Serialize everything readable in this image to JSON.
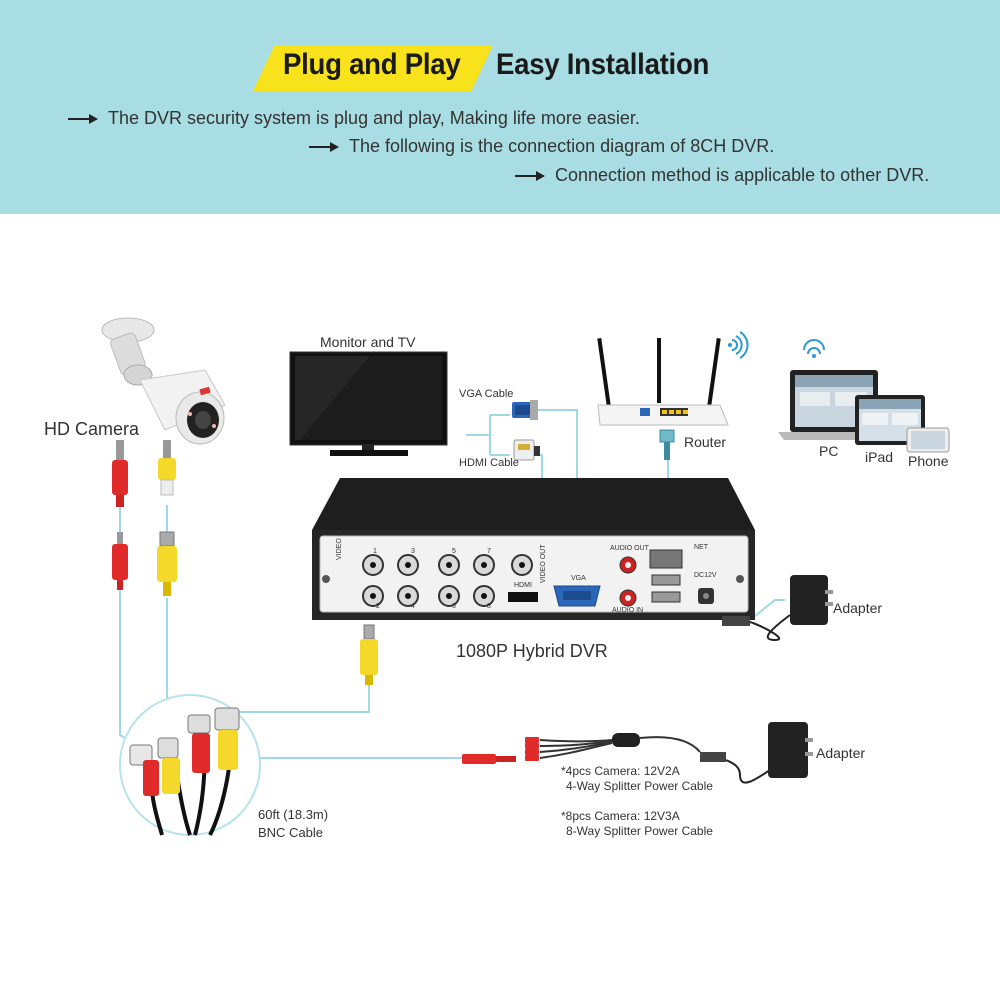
{
  "banner": {
    "title_left": "Plug and Play",
    "title_right": "Easy Installation",
    "bullets": [
      "The DVR security system is plug and play, Making life more easier.",
      "The following is the connection diagram of 8CH DVR.",
      "Connection method is applicable to other DVR."
    ],
    "background_color": "#a8dde3",
    "accent_color": "#f7e21b"
  },
  "labels": {
    "hd_camera": "HD Camera",
    "monitor": "Monitor and TV",
    "vga_cable": "VGA Cable",
    "hdmi_cable": "HDMI Cable",
    "router": "Router",
    "pc": "PC",
    "ipad": "iPad",
    "phone": "Phone",
    "adapter_top": "Adapter",
    "dvr": "1080P Hybrid DVR",
    "bnc_cable_1": "60ft (18.3m)",
    "bnc_cable_2": "BNC Cable",
    "splitter_4_1": "*4pcs Camera: 12V2A",
    "splitter_4_2": "4-Way Splitter Power Cable",
    "splitter_8_1": "*8pcs Camera:  12V3A",
    "splitter_8_2": "8-Way Splitter Power Cable",
    "adapter_bottom": "Adapter"
  },
  "dvr_panel": {
    "video_in": "VIDEO IN",
    "video_out": "VIDEO OUT",
    "hdmi": "HDMI",
    "vga": "VGA",
    "audio_out": "AUDIO OUT",
    "audio_in": "AUDIO IN",
    "net": "NET",
    "dc": "DC12V",
    "channels_top": [
      "1",
      "3",
      "5",
      "7"
    ],
    "channels_bottom": [
      "2",
      "4",
      "6",
      "8"
    ]
  }
}
